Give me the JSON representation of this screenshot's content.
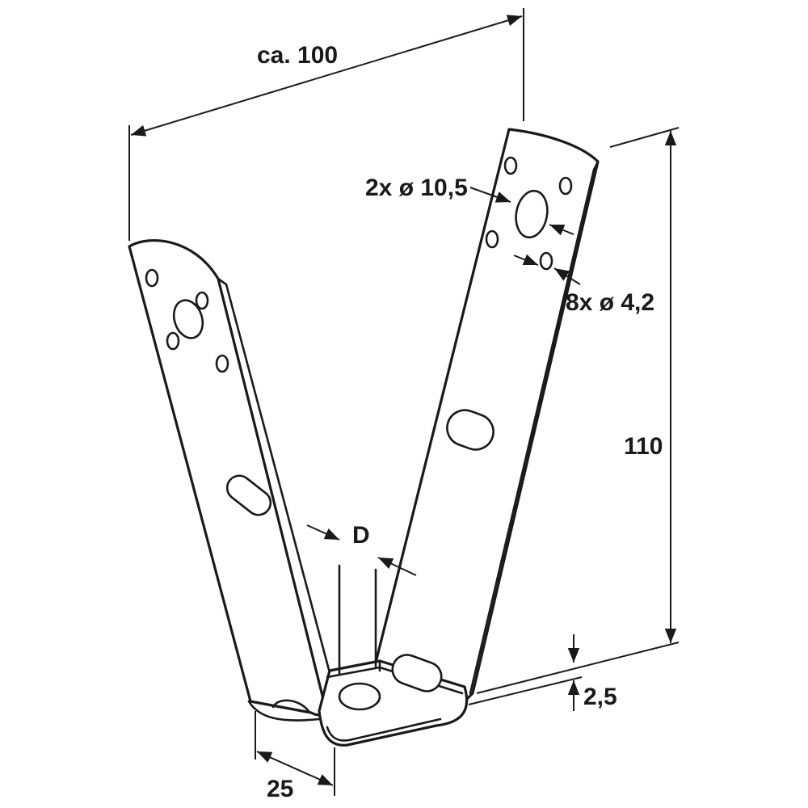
{
  "diagram": {
    "labels": {
      "overall_width": "ca. 100",
      "large_holes": "2x ø 10,5",
      "small_holes": "8x ø 4,2",
      "height": "110",
      "gap": "D",
      "thickness": "2,5",
      "depth": "25"
    },
    "colors": {
      "line": "#1a1a1a",
      "background": "#ffffff"
    }
  }
}
